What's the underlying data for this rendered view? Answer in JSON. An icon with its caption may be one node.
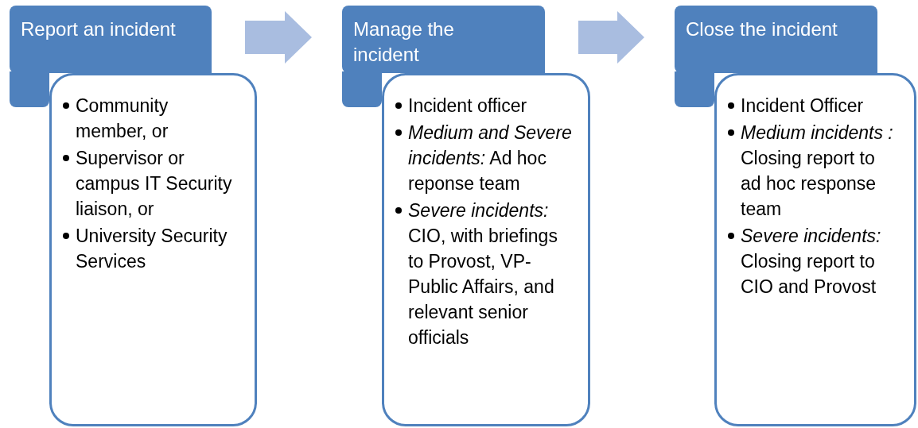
{
  "diagram": {
    "nodes": [
      {
        "text": [
          "Report an incident"
        ]
      },
      {
        "text": [
          "Community member, or",
          "Supervisor or campus IT Security liaison, or",
          "University Security Services"
        ]
      },
      {
        "text": [
          "Manage the incident"
        ]
      },
      {
        "text": [
          "Incident officer",
          "*Medium and Severe incidents:* Ad hoc reponse team",
          "*Severe incidents:* CIO, with briefings to Provost, VP-Public Affairs, and relevant senior officials"
        ]
      },
      {
        "text": [
          "Close the incident"
        ]
      },
      {
        "text": [
          "Incident Officer",
          "*Medium incidents :* Closing report to ad hoc response team",
          "*Severe incidents:* Closing report to CIO and Provost"
        ]
      }
    ],
    "edges": [
      {
        "from": 0,
        "to": 2,
        "arrow": "to"
      },
      {
        "from": 2,
        "to": 4,
        "arrow": "to"
      }
    ]
  }
}
